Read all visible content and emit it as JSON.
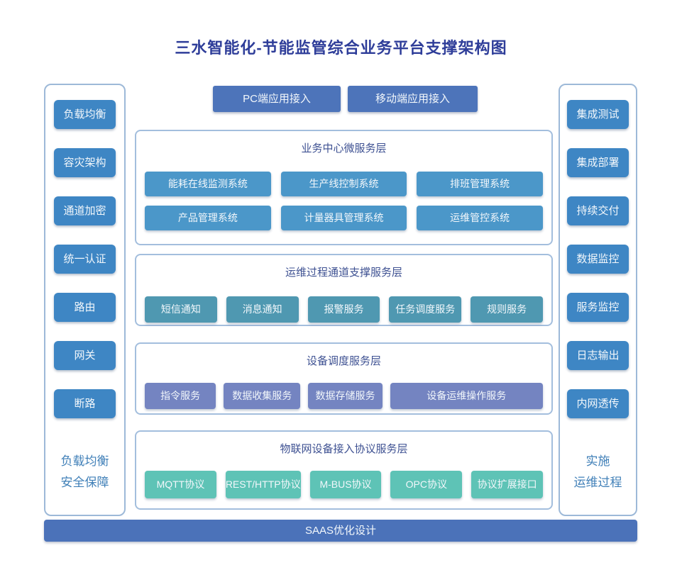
{
  "title": "三水智能化-节能监管综合业务平台支撑架构图",
  "top_access": {
    "pc_label": "PC端应用接入",
    "mobile_label": "移动端应用接入"
  },
  "left_panel": {
    "items": [
      "负载均衡",
      "容灾架构",
      "通道加密",
      "统一认证",
      "路由",
      "网关",
      "断路"
    ],
    "caption_line1": "负载均衡",
    "caption_line2": "安全保障"
  },
  "right_panel": {
    "items": [
      "集成测试",
      "集成部署",
      "持续交付",
      "数据监控",
      "服务监控",
      "日志输出",
      "内网透传"
    ],
    "caption_line1": "实施",
    "caption_line2": "运维过程"
  },
  "layers": {
    "business": {
      "title": "业务中心微服务层",
      "row1": [
        "能耗在线监测系统",
        "生产线控制系统",
        "排班管理系统"
      ],
      "row2": [
        "产品管理系统",
        "计量器具管理系统",
        "运维管控系统"
      ]
    },
    "ops_channel": {
      "title": "运维过程通道支撑服务层",
      "items": [
        "短信通知",
        "消息通知",
        "报警服务",
        "任务调度服务",
        "规则服务"
      ]
    },
    "device_dispatch": {
      "title": "设备调度服务层",
      "items": [
        "指令服务",
        "数据收集服务",
        "数据存储服务",
        "设备运维操作服务"
      ]
    },
    "iot_protocol": {
      "title": "物联网设备接入协议服务层",
      "items": [
        "MQTT协议",
        "REST/HTTP协议",
        "M-BUS协议",
        "OPC协议",
        "协议扩展接口"
      ]
    }
  },
  "bottom_bar": {
    "label": "SAAS优化设计"
  },
  "colors": {
    "title_text": "#2e3d99",
    "layer_title_text": "#3e5192",
    "side_caption_text": "#4180b8",
    "panel_border": "#9db9d8",
    "layer_border": "#a3bedd",
    "side_node_fill": "#3e86c4",
    "access_node_fill": "#4d74ba",
    "business_node_fill": "#4b97c9",
    "ops_channel_node_fill": "#4f98b1",
    "device_dispatch_node_fill": "#7484c1",
    "iot_protocol_node_fill": "#5ec3b6",
    "bottom_bar_fill": "#4b72b9"
  }
}
